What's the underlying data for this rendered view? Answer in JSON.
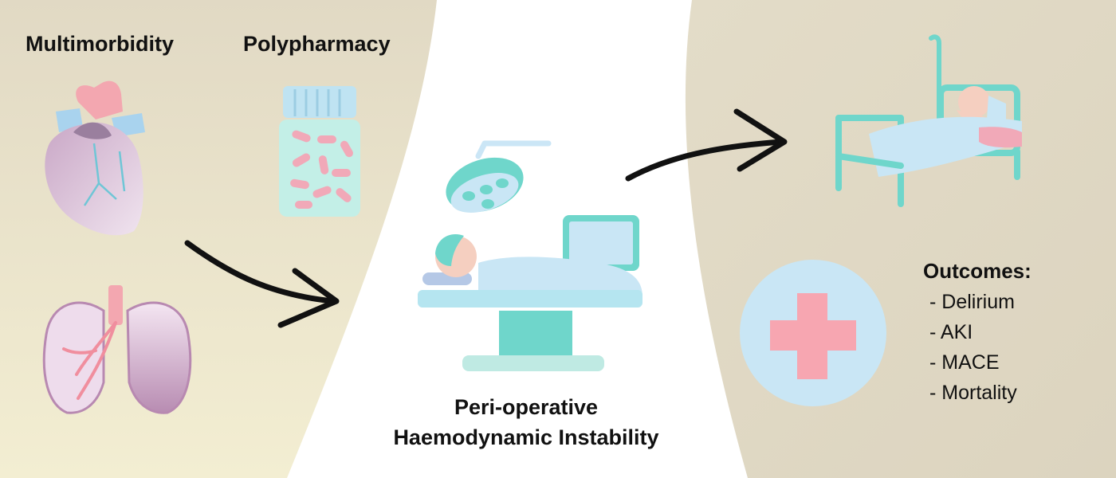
{
  "left_panel": {
    "multimorbidity_label": "Multimorbidity",
    "polypharmacy_label": "Polypharmacy",
    "icons": [
      "heart-icon",
      "lungs-icon",
      "pill-bottle-icon"
    ]
  },
  "center": {
    "line1": "Peri-operative",
    "line2": "Haemodynamic Instability",
    "icons": [
      "surgical-lamp-icon",
      "patient-on-table-icon",
      "monitor-icon"
    ]
  },
  "right_panel": {
    "outcomes_title": "Outcomes:",
    "outcomes": [
      "- Delirium",
      "- AKI",
      "- MACE",
      "- Mortality"
    ],
    "icons": [
      "hospital-bed-icon",
      "medical-cross-icon"
    ]
  },
  "colors": {
    "background_side": "#e4dcc6",
    "teal": "#6fd6cb",
    "light_blue": "#c9e6f5",
    "pink_cross": "#f7a6b1",
    "lilac": "#d9c3d8"
  }
}
